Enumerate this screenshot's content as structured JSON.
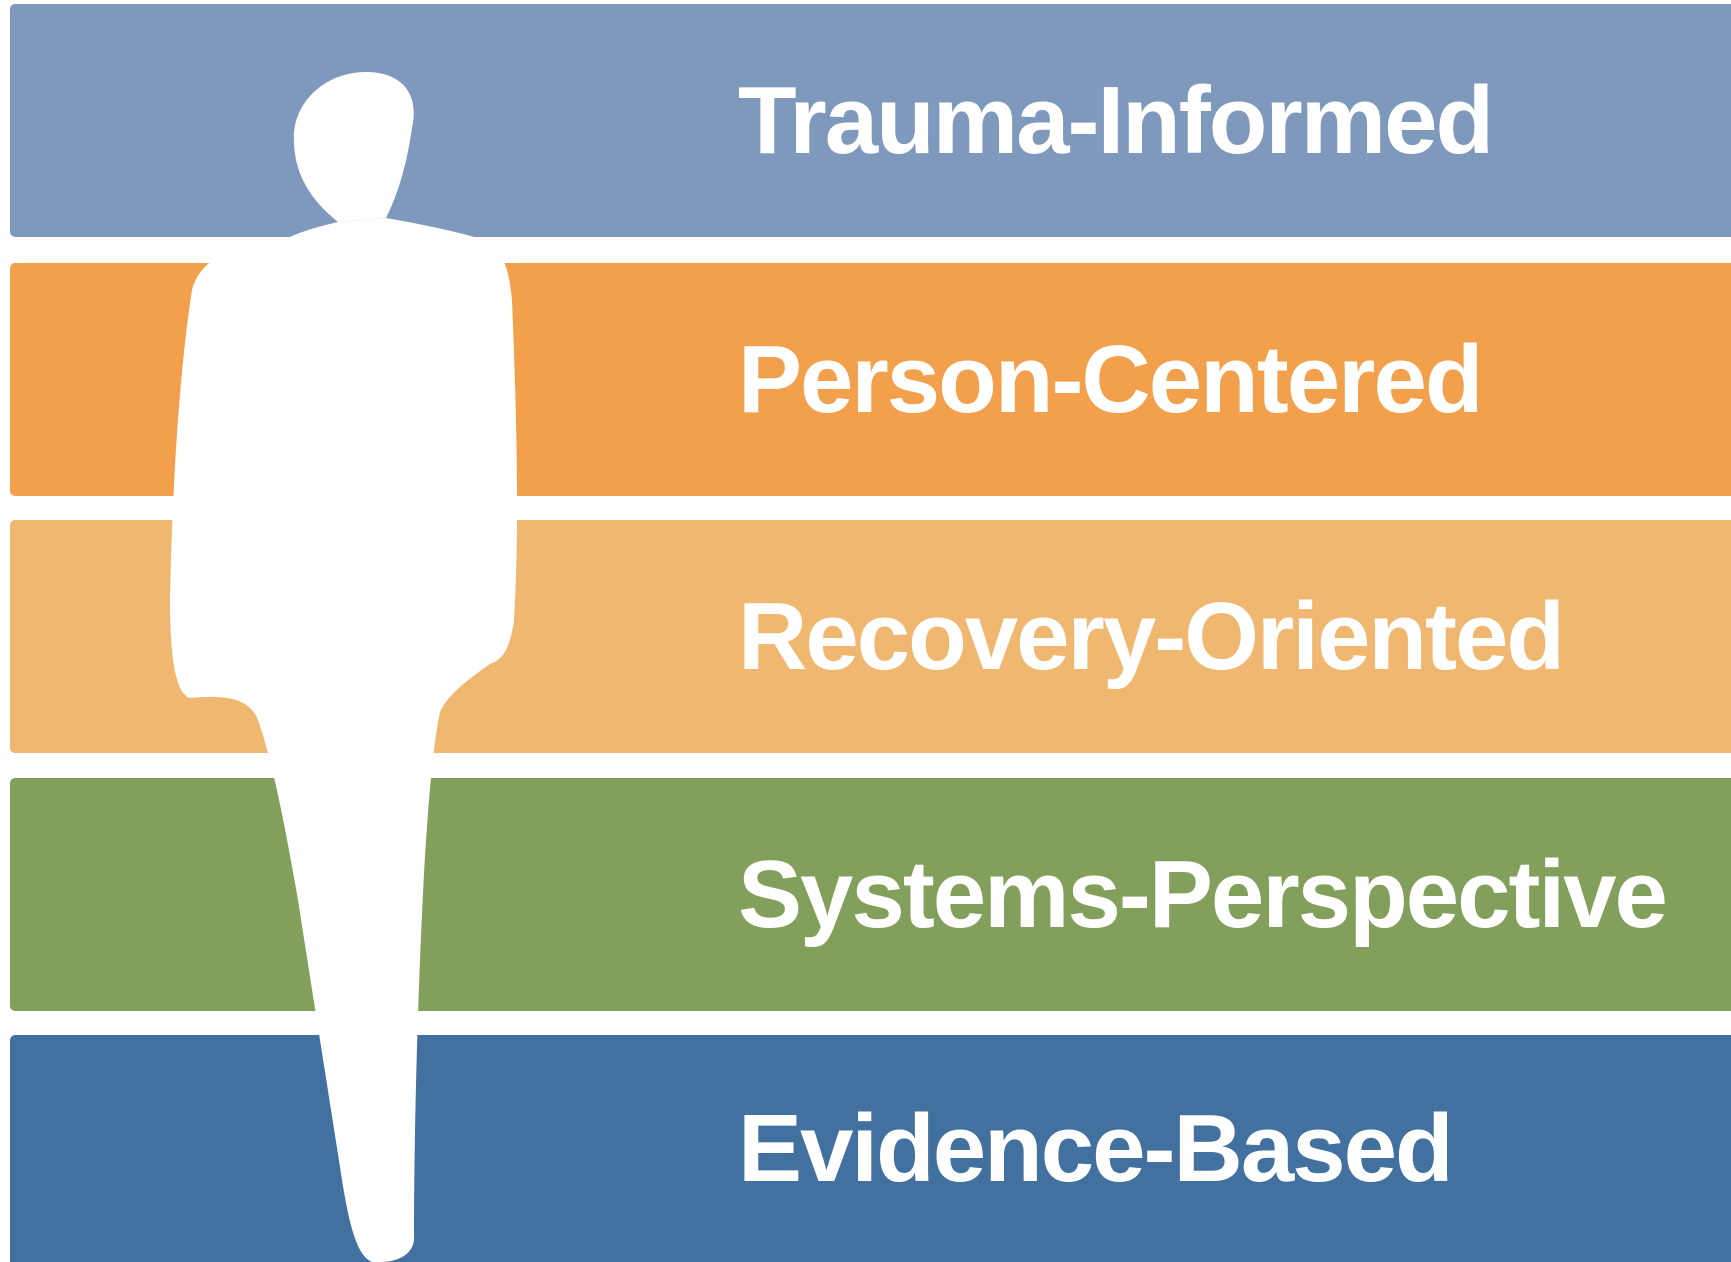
{
  "bands": [
    {
      "label": "Trauma-Informed",
      "color": "#7f99bd"
    },
    {
      "label": "Person-Centered",
      "color": "#f2a04c"
    },
    {
      "label": "Recovery-Oriented",
      "color": "#f0b770"
    },
    {
      "label": "Systems-Perspective",
      "color": "#82a05c"
    },
    {
      "label": "Evidence-Based",
      "color": "#4271a0"
    }
  ],
  "figure": {
    "icon": "person-silhouette-icon",
    "color": "#ffffff"
  }
}
